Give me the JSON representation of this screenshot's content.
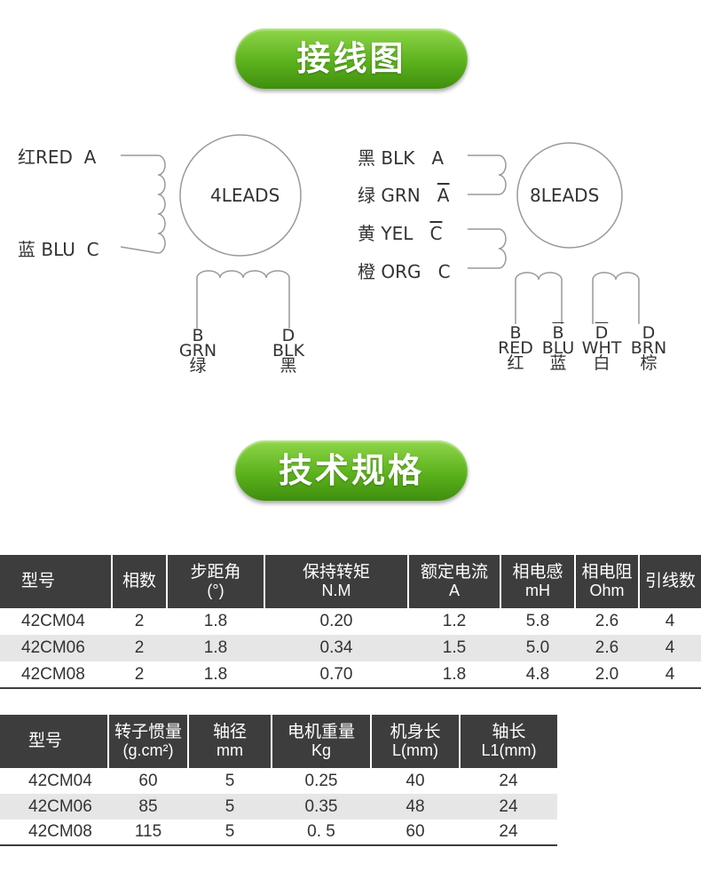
{
  "section1_title": "接线图",
  "section2_title": "技术规格",
  "diagram4": {
    "center_label": "4LEADS",
    "left_leads": [
      {
        "cn": "红",
        "en": "RED",
        "code": "A"
      },
      {
        "cn": "蓝",
        "en": "BLU",
        "code": "C"
      }
    ],
    "bottom_leads": [
      {
        "code": "B",
        "en": "GRN",
        "cn": "绿"
      },
      {
        "code": "D",
        "en": "BLK",
        "cn": "黑"
      }
    ]
  },
  "diagram8": {
    "center_label": "8LEADS",
    "left_leads": [
      {
        "cn": "黑",
        "en": "BLK",
        "code": "A"
      },
      {
        "cn": "绿",
        "en": "GRN",
        "code": "A"
      },
      {
        "cn": "黄",
        "en": "YEL",
        "code": "C"
      },
      {
        "cn": "橙",
        "en": "ORG",
        "code": "C"
      }
    ],
    "bottom_leads": [
      {
        "code": "B",
        "en": "RED",
        "cn": "红"
      },
      {
        "code": "B",
        "en": "BLU",
        "cn": "蓝"
      },
      {
        "code": "D",
        "en": "WHT",
        "cn": "白"
      },
      {
        "code": "D",
        "en": "BRN",
        "cn": "棕"
      }
    ]
  },
  "table1": {
    "headers": [
      {
        "l1": "型号",
        "l2": ""
      },
      {
        "l1": "相数",
        "l2": ""
      },
      {
        "l1": "步距角",
        "l2": "(°)"
      },
      {
        "l1": "保持转矩",
        "l2": "N.M"
      },
      {
        "l1": "额定电流",
        "l2": "A"
      },
      {
        "l1": "相电感",
        "l2": "mH"
      },
      {
        "l1": "相电阻",
        "l2": "Ohm"
      },
      {
        "l1": "引线数",
        "l2": ""
      }
    ],
    "rows": [
      [
        "42CM04",
        "2",
        "1.8",
        "0.20",
        "1.2",
        "5.8",
        "2.6",
        "4"
      ],
      [
        "42CM06",
        "2",
        "1.8",
        "0.34",
        "1.5",
        "5.0",
        "2.6",
        "4"
      ],
      [
        "42CM08",
        "2",
        "1.8",
        "0.70",
        "1.8",
        "4.8",
        "2.0",
        "4"
      ]
    ]
  },
  "table2": {
    "headers": [
      {
        "l1": "型号",
        "l2": ""
      },
      {
        "l1": "转子惯量",
        "l2": "(g.cm²)"
      },
      {
        "l1": "轴径",
        "l2": "mm"
      },
      {
        "l1": "电机重量",
        "l2": "Kg"
      },
      {
        "l1": "机身长",
        "l2": "L(mm)"
      },
      {
        "l1": "轴长",
        "l2": "L1(mm)"
      }
    ],
    "rows": [
      [
        "42CM04",
        "60",
        "5",
        "0.25",
        "40",
        "24"
      ],
      [
        "42CM06",
        "85",
        "5",
        "0.35",
        "48",
        "24"
      ],
      [
        "42CM08",
        "115",
        "5",
        "0. 5",
        "60",
        "24"
      ]
    ]
  },
  "colors": {
    "accent_green": "#5cb21d",
    "header_dark": "#3d3d3d",
    "row_alt": "#e6e6e6"
  }
}
